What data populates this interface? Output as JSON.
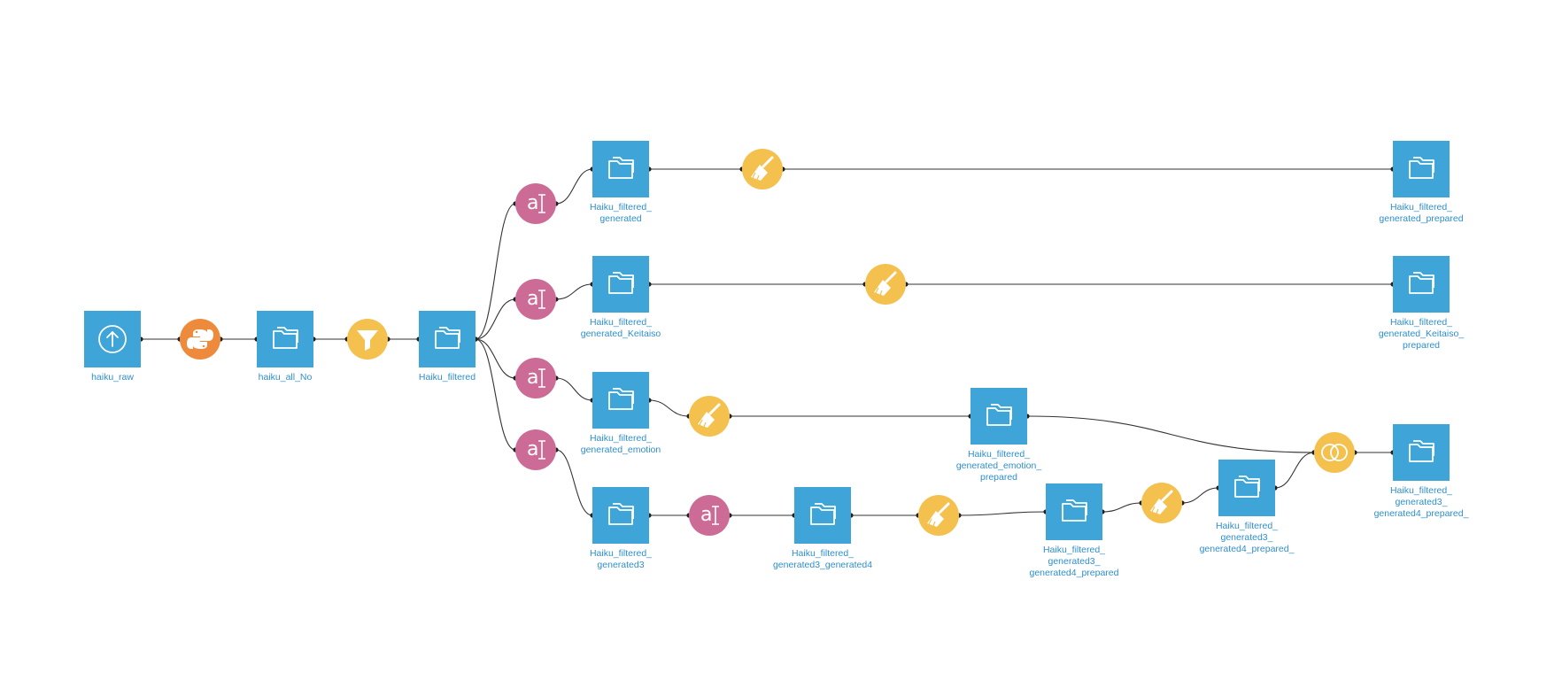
{
  "colors": {
    "dataset": "#3fa4d8",
    "python_recipe": "#ee8a3c",
    "visual_recipe": "#f4c04e",
    "ai_recipe": "#cc6c96",
    "label": "#2d8fd0",
    "edge": "#333333"
  },
  "nodes": [
    {
      "id": "haiku_raw",
      "kind": "upload",
      "icon": "upload-icon",
      "label": [
        "haiku_raw"
      ]
    },
    {
      "id": "python_recipe",
      "kind": "python",
      "icon": "python-icon",
      "label": []
    },
    {
      "id": "haiku_all_No",
      "kind": "dataset",
      "icon": "folder-icon",
      "label": [
        "haiku_all_No"
      ]
    },
    {
      "id": "filter_recipe",
      "kind": "filter",
      "icon": "filter-icon",
      "label": []
    },
    {
      "id": "Haiku_filtered",
      "kind": "dataset",
      "icon": "folder-icon",
      "label": [
        "Haiku_filtered"
      ]
    },
    {
      "id": "ai_1",
      "kind": "ai",
      "icon": "ai-prompt-icon",
      "label": []
    },
    {
      "id": "ai_2",
      "kind": "ai",
      "icon": "ai-prompt-icon",
      "label": []
    },
    {
      "id": "ai_3",
      "kind": "ai",
      "icon": "ai-prompt-icon",
      "label": []
    },
    {
      "id": "ai_4",
      "kind": "ai",
      "icon": "ai-prompt-icon",
      "label": []
    },
    {
      "id": "Haiku_filtered_generated",
      "kind": "dataset",
      "icon": "folder-icon",
      "label": [
        "Haiku_filtered_",
        "generated"
      ]
    },
    {
      "id": "Haiku_filtered_generated_Keitaiso",
      "kind": "dataset",
      "icon": "folder-icon",
      "label": [
        "Haiku_filtered_",
        "generated_Keitaiso"
      ]
    },
    {
      "id": "Haiku_filtered_generated_emotion",
      "kind": "dataset",
      "icon": "folder-icon",
      "label": [
        "Haiku_filtered_",
        "generated_emotion"
      ]
    },
    {
      "id": "Haiku_filtered_generated3",
      "kind": "dataset",
      "icon": "folder-icon",
      "label": [
        "Haiku_filtered_",
        "generated3"
      ]
    },
    {
      "id": "prep_1",
      "kind": "prepare",
      "icon": "broom-icon",
      "label": []
    },
    {
      "id": "prep_2",
      "kind": "prepare",
      "icon": "broom-icon",
      "label": []
    },
    {
      "id": "prep_3",
      "kind": "prepare",
      "icon": "broom-icon",
      "label": []
    },
    {
      "id": "ai_5",
      "kind": "ai",
      "icon": "ai-prompt-icon",
      "label": []
    },
    {
      "id": "Haiku_filtered_generated3_generated4",
      "kind": "dataset",
      "icon": "folder-icon",
      "label": [
        "Haiku_filtered_",
        "generated3_generated4"
      ]
    },
    {
      "id": "prep_4",
      "kind": "prepare",
      "icon": "broom-icon",
      "label": []
    },
    {
      "id": "Haiku_filtered_generated3_generated4_prepared",
      "kind": "dataset",
      "icon": "folder-icon",
      "label": [
        "Haiku_filtered_",
        "generated3_",
        "generated4_prepared"
      ]
    },
    {
      "id": "prep_5",
      "kind": "prepare",
      "icon": "broom-icon",
      "label": []
    },
    {
      "id": "Haiku_filtered_generated3_generated4_prepared_",
      "kind": "dataset",
      "icon": "folder-icon",
      "label": [
        "Haiku_filtered_",
        "generated3_",
        "generated4_prepared_"
      ]
    },
    {
      "id": "Haiku_filtered_generated_emotion_prepared",
      "kind": "dataset",
      "icon": "folder-icon",
      "label": [
        "Haiku_filtered_",
        "generated_emotion_",
        "prepared"
      ]
    },
    {
      "id": "stack_recipe",
      "kind": "stack",
      "icon": "stack-icon",
      "label": []
    },
    {
      "id": "Haiku_filtered_generated_prepared",
      "kind": "dataset",
      "icon": "folder-icon",
      "label": [
        "Haiku_filtered_",
        "generated_prepared"
      ]
    },
    {
      "id": "Haiku_filtered_generated_Keitaiso_prepared",
      "kind": "dataset",
      "icon": "folder-icon",
      "label": [
        "Haiku_filtered_",
        "generated_Keitaiso_",
        "prepared"
      ]
    },
    {
      "id": "Haiku_filtered_generated3_generated4_prepared_stacked",
      "kind": "dataset",
      "icon": "folder-icon",
      "label": [
        "Haiku_filtered_",
        "generated3_",
        "generated4_prepared_"
      ]
    }
  ],
  "edges": [
    [
      "haiku_raw",
      "python_recipe"
    ],
    [
      "python_recipe",
      "haiku_all_No"
    ],
    [
      "haiku_all_No",
      "filter_recipe"
    ],
    [
      "filter_recipe",
      "Haiku_filtered"
    ],
    [
      "Haiku_filtered",
      "ai_1"
    ],
    [
      "Haiku_filtered",
      "ai_2"
    ],
    [
      "Haiku_filtered",
      "ai_3"
    ],
    [
      "Haiku_filtered",
      "ai_4"
    ],
    [
      "ai_1",
      "Haiku_filtered_generated"
    ],
    [
      "ai_2",
      "Haiku_filtered_generated_Keitaiso"
    ],
    [
      "ai_3",
      "Haiku_filtered_generated_emotion"
    ],
    [
      "ai_4",
      "Haiku_filtered_generated3"
    ],
    [
      "Haiku_filtered_generated",
      "prep_1"
    ],
    [
      "prep_1",
      "Haiku_filtered_generated_prepared"
    ],
    [
      "Haiku_filtered_generated_Keitaiso",
      "prep_2"
    ],
    [
      "prep_2",
      "Haiku_filtered_generated_Keitaiso_prepared"
    ],
    [
      "Haiku_filtered_generated_emotion",
      "prep_3"
    ],
    [
      "prep_3",
      "Haiku_filtered_generated_emotion_prepared"
    ],
    [
      "Haiku_filtered_generated3",
      "ai_5"
    ],
    [
      "ai_5",
      "Haiku_filtered_generated3_generated4"
    ],
    [
      "Haiku_filtered_generated3_generated4",
      "prep_4"
    ],
    [
      "prep_4",
      "Haiku_filtered_generated3_generated4_prepared"
    ],
    [
      "Haiku_filtered_generated3_generated4_prepared",
      "prep_5"
    ],
    [
      "prep_5",
      "Haiku_filtered_generated3_generated4_prepared_"
    ],
    [
      "Haiku_filtered_generated_emotion_prepared",
      "stack_recipe"
    ],
    [
      "Haiku_filtered_generated3_generated4_prepared_",
      "stack_recipe"
    ],
    [
      "stack_recipe",
      "Haiku_filtered_generated3_generated4_prepared_stacked"
    ]
  ]
}
